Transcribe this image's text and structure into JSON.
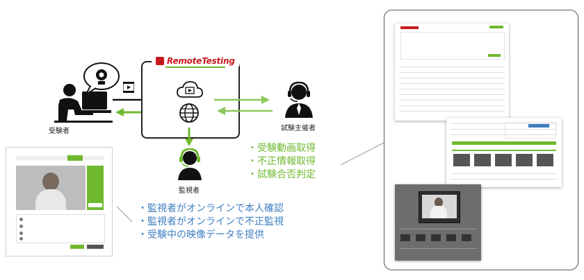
{
  "logo": {
    "brand": "RemoteTesting",
    "accent": "#c8191e",
    "underline": "#6fb92f"
  },
  "labels": {
    "examinee": "受験者",
    "proctor": "監視者",
    "organizer": "試験主催者"
  },
  "bullets_organizer": [
    "・受験動画取得",
    "・不正情報取得",
    "・試験合否判定"
  ],
  "bullets_proctor": [
    "・監視者がオンラインで本人確認",
    "・監視者がオンラインで不正監視",
    "・受験中の映像データを提供"
  ],
  "colors": {
    "green": "#6fb92f",
    "blue": "#3f7fc0",
    "dark": "#111111"
  }
}
